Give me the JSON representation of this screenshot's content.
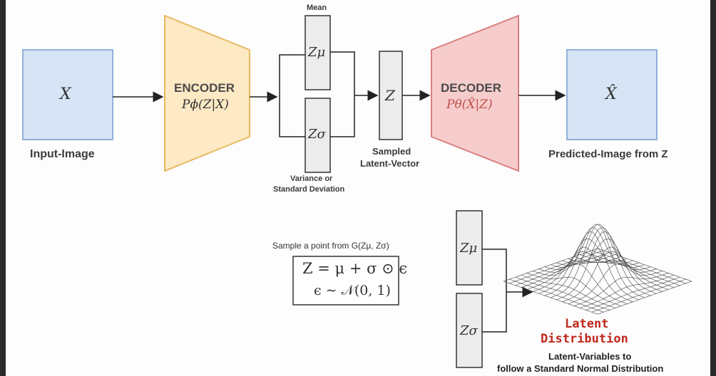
{
  "labels": {
    "input_symbol": "X",
    "input_caption": "Input-Image",
    "encoder_title": "ENCODER",
    "encoder_formula": "Pϕ(Z|X)",
    "mean_label": "Mean",
    "z_mu": "Zμ",
    "z_sigma": "Zσ",
    "variance_label_1": "Variance or",
    "variance_label_2": "Standard Deviation",
    "z_symbol": "Z",
    "sampled_label_1": "Sampled",
    "sampled_label_2": "Latent-Vector",
    "decoder_title": "DECODER",
    "decoder_formula": "Pθ(X̂|Z)",
    "output_symbol": "X̂",
    "output_caption": "Predicted-Image from Z",
    "sample_caption": "Sample a point from G(Zμ, Zσ)",
    "equation_1": "Z = μ + σ ⊙ ϵ",
    "equation_2": "ϵ ∼ 𝒩(0, 1)",
    "latent_title_1": "Latent",
    "latent_title_2": "Distribution",
    "latent_caption_1": "Latent-Variables to",
    "latent_caption_2": "follow a Standard Normal Distribution"
  },
  "colors": {
    "input_fill": "#d6e4f5",
    "input_stroke": "#8fb0d9",
    "encoder_fill": "#fde9c4",
    "encoder_stroke": "#e8b860",
    "decoder_fill": "#f6cccc",
    "decoder_stroke": "#d98080",
    "box_fill": "#ececec",
    "latent_red": "#c0281c"
  }
}
